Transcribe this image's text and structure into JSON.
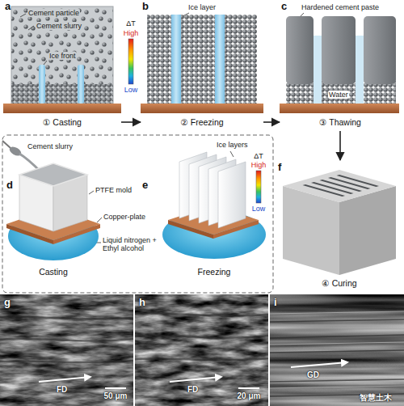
{
  "diagram": {
    "nodes": [
      {
        "text": [
          "a",
          "① Casting"
        ]
      },
      {
        "text": [
          "b",
          "② Freezing"
        ]
      },
      {
        "text": [
          "c",
          "③ Thawing"
        ]
      },
      {
        "text": [
          "d",
          "Casting"
        ]
      },
      {
        "text": [
          "e",
          "Freezing"
        ]
      },
      {
        "text": [
          "f",
          "④ Curing"
        ]
      },
      {
        "text": [
          "g"
        ]
      },
      {
        "text": [
          "h"
        ]
      },
      {
        "text": [
          "i"
        ]
      }
    ],
    "edges": [
      {
        "from": 0,
        "to": 1,
        "arrow": "to"
      },
      {
        "from": 1,
        "to": 2,
        "arrow": "to"
      },
      {
        "from": 2,
        "to": 5,
        "arrow": "to"
      }
    ],
    "labels": [
      "Cement particle",
      "Cement slurry",
      "ΔT",
      "High",
      "Low",
      "Ice front",
      "Ice layer",
      "Hardened cement paste",
      "Water",
      "Cement slurry",
      "PTFE mold",
      "Copper-plate",
      "Liquid nitrogen + Ethyl alcohol",
      "Ice layers",
      "ΔT",
      "High",
      "Low",
      "FD",
      "50 μm",
      "FD",
      "20 μm",
      "GD",
      "智慧土木"
    ]
  }
}
